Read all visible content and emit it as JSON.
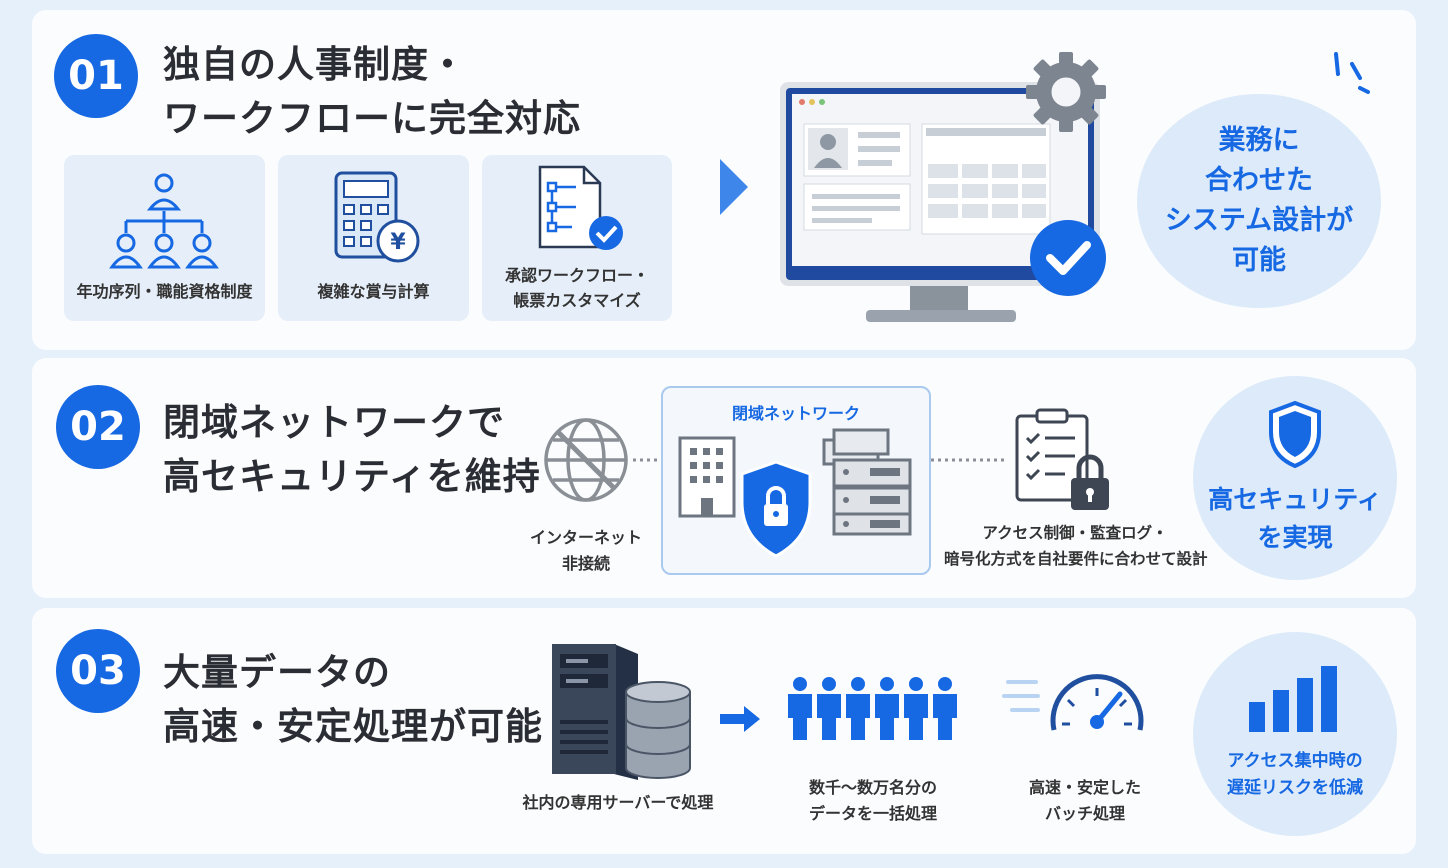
{
  "sections": [
    {
      "number": "01",
      "title_lines": [
        "独自の人事制度・",
        "ワークフローに完全対応"
      ],
      "cards": [
        {
          "icon": "org-chart-icon",
          "label_lines": [
            "年功序列・職能資格制度"
          ]
        },
        {
          "icon": "calculator-yen-icon",
          "label_lines": [
            "複雑な賞与計算"
          ]
        },
        {
          "icon": "workflow-document-check-icon",
          "label_lines": [
            "承認ワークフロー・",
            "帳票カスタマイズ"
          ]
        }
      ],
      "illustration": "monitor-gear-check-icon",
      "result_lines": [
        "業務に",
        "合わせた",
        "システム設計が",
        "可能"
      ]
    },
    {
      "number": "02",
      "title_lines": [
        "閉域ネットワークで",
        "高セキュリティを維持"
      ],
      "internet_caption_lines": [
        "インターネット",
        "非接続"
      ],
      "closed_network_label": "閉域ネットワーク",
      "access_caption_lines": [
        "アクセス制御・監査ログ・",
        "暗号化方式を自社要件に合わせて設計"
      ],
      "result_lines": [
        "高セキュリティ",
        "を実現"
      ],
      "result_icon": "shield-icon"
    },
    {
      "number": "03",
      "title_lines": [
        "大量データの",
        "高速・安定処理が可能"
      ],
      "server_caption": "社内の専用サーバーで処理",
      "people_caption_lines": [
        "数千〜数万名分の",
        "データを一括処理"
      ],
      "speed_caption_lines": [
        "高速・安定した",
        "バッチ処理"
      ],
      "result_lines": [
        "アクセス集中時の",
        "遅延リスクを低減"
      ],
      "result_icon": "bar-chart-icon"
    }
  ],
  "colors": {
    "accent": "#1668e3",
    "light_blue": "#dceaf9",
    "card_bg": "#e6eff9",
    "page_bg": "#e6f0fb"
  }
}
